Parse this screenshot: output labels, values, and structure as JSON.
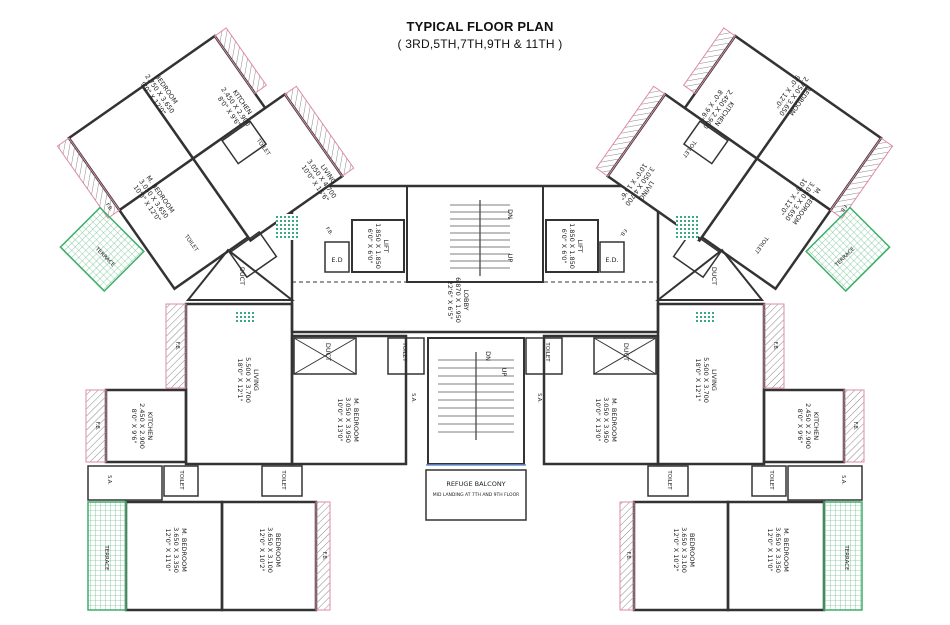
{
  "title": "TYPICAL FLOOR PLAN",
  "subtitle": "( 3RD,5TH,7TH,9TH & 11TH )",
  "colors": {
    "wall": "#333333",
    "terrace": "#3fae6a",
    "flower_bed": "#e08aa8",
    "hatch": "#777777",
    "accent_blue": "#6a8fd6"
  },
  "rooms": {
    "lobby": {
      "name": "LOBBY",
      "size": "6.870 X 1.950",
      "imperial": "22'6\" X 6'5\""
    },
    "refuge": {
      "name": "REFUGE BALCONY",
      "note": "MID LANDING AT 7TH AND 9TH FLOOR"
    },
    "stairs": {
      "up": "UP",
      "dn": "DN"
    },
    "lifts": [
      {
        "name": "LIFT",
        "size": "1.850 X 1.850",
        "imperial": "6'0\" X 6'0\""
      },
      {
        "name": "LIFT",
        "size": "1.850 X 1.850",
        "imperial": "6'0\" X 6'0\""
      }
    ],
    "ed": [
      "E.D",
      "E.D."
    ],
    "duct": "DUCT",
    "toilet": "TOILET",
    "fb": "F.B.",
    "sa": "S.A.",
    "terrace": "TERRACE",
    "ul_bedroom": {
      "name": "BEDROOM",
      "size": "2.750 X 3.650",
      "imperial": "9'0\" X 12'0\""
    },
    "ul_kitchen": {
      "name": "KITCHEN",
      "size": "2.450 X 2.900",
      "imperial": "8'0\" X 9'6\""
    },
    "ul_mbed": {
      "name": "M. BEDROOM",
      "size": "3.050 X 3.650",
      "imperial": "10'0\" X 12'0\""
    },
    "ul_living": {
      "name": "LIVING",
      "size": "3.050 X 4.700",
      "imperial": "10'0\" X 15'6\""
    },
    "ur_bedroom": {
      "name": "BEDROOM",
      "size": "2.750 X 3.650",
      "imperial": "9'0\" X 12'0\""
    },
    "ur_kitchen": {
      "name": "KITCHEN",
      "size": "2.450 X 2.900",
      "imperial": "8'0\" X 9'6\""
    },
    "ur_mbed": {
      "name": "M. BEDROOM",
      "size": "3.050 X 3.650",
      "imperial": "10'0\" X 12'0\""
    },
    "ur_living": {
      "name": "LIVING",
      "size": "3.050 X 4.700",
      "imperial": "10'0\" X 15'6\""
    },
    "l_living": {
      "name": "LIVING",
      "size": "5.500 X 3.700",
      "imperial": "18'0\" X 12'1\""
    },
    "l_kitchen": {
      "name": "KITCHEN",
      "size": "2.450 X 2.900",
      "imperial": "8'0\" X 9'6\""
    },
    "l_mbed_mid": {
      "name": "M. BEDROOM",
      "size": "3.050 X 3.950",
      "imperial": "10'0\" X 13'0\""
    },
    "l_mbed_bot": {
      "name": "M. BEDROOM",
      "size": "3.650 X 3.350",
      "imperial": "12'0\" X 11'0\""
    },
    "l_bed_bot": {
      "name": "BEDROOM",
      "size": "3.650 X 3.100",
      "imperial": "12'0\" X 10'2\""
    },
    "r_living": {
      "name": "LIVING",
      "size": "5.500 X 3.700",
      "imperial": "18'0\" X 12'1\""
    },
    "r_kitchen": {
      "name": "KITCHEN",
      "size": "2.450 X 2.900",
      "imperial": "8'0\" X 9'6\""
    },
    "r_mbed_mid": {
      "name": "M. BEDROOM",
      "size": "3.050 X 3.950",
      "imperial": "10'0\" X 13'0\""
    },
    "r_mbed_bot": {
      "name": "M. BEDROOM",
      "size": "3.650 X 3.350",
      "imperial": "12'0\" X 11'0\""
    },
    "r_bed_bot": {
      "name": "BEDROOM",
      "size": "3.650 X 3.100",
      "imperial": "12'0\" X 10'2\""
    }
  }
}
